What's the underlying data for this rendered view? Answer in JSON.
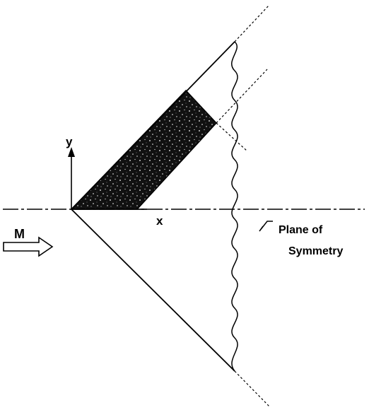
{
  "labels": {
    "y_axis": "y",
    "x_axis": "x",
    "flow": "M",
    "plane_line1": "Plane of",
    "plane_line2": "Symmetry"
  },
  "colors": {
    "ink": "#000000",
    "shade": "#111111",
    "speckle": "#ffffff",
    "background": "#ffffff"
  },
  "icons": {
    "flow_arrow": "hollow-right-arrow-icon"
  }
}
